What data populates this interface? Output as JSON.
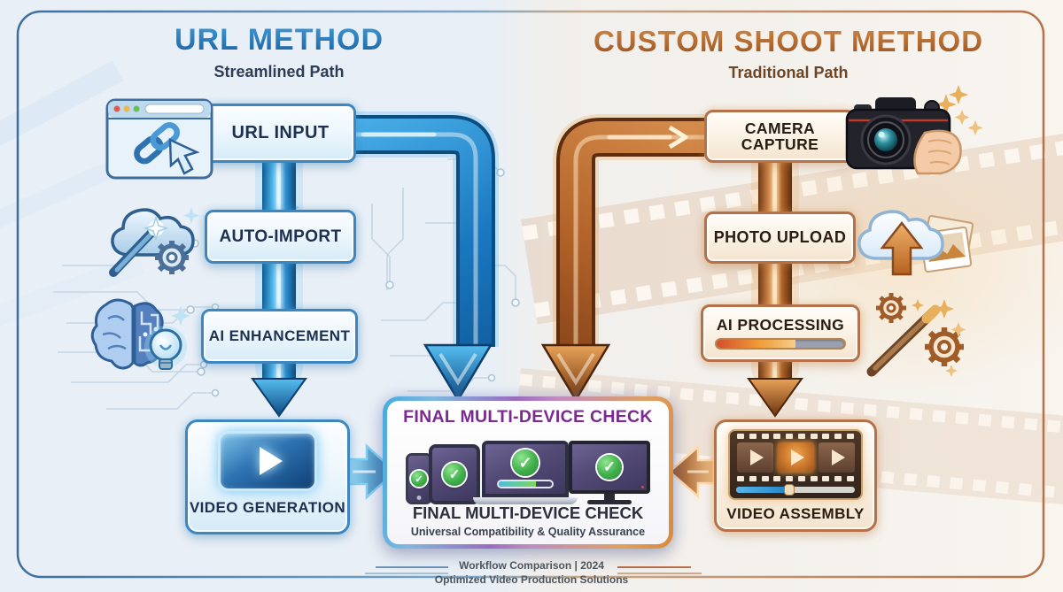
{
  "left_method": {
    "title": "URL METHOD",
    "subtitle": "Streamlined Path",
    "accent_color": "#2a7fc0",
    "steps": [
      {
        "label": "URL INPUT",
        "icon": "browser-link-icon"
      },
      {
        "label": "AUTO-IMPORT",
        "icon": "cloud-magic-gear-icon"
      },
      {
        "label": "AI ENHANCEMENT",
        "icon": "brain-lightbulb-icon"
      },
      {
        "label": "VIDEO GENERATION",
        "icon": "video-play-icon"
      }
    ]
  },
  "right_method": {
    "title": "CUSTOM SHOOT METHOD",
    "subtitle": "Traditional Path",
    "accent_color": "#b06a33",
    "steps": [
      {
        "label": "CAMERA CAPTURE",
        "icon": "dslr-camera-icon"
      },
      {
        "label": "PHOTO UPLOAD",
        "icon": "cloud-upload-photos-icon"
      },
      {
        "label": "AI PROCESSING",
        "icon": "gears-magic-wand-icon",
        "progress_percent": 62
      },
      {
        "label": "VIDEO ASSEMBLY",
        "icon": "filmstrip-player-icon"
      }
    ]
  },
  "center_check": {
    "title": "FINAL MULTI-DEVICE CHECK",
    "heading": "FINAL MULTI-DEVICE CHECK",
    "tagline": "Universal Compatibility & Quality Assurance",
    "title_color": "#7b2b8f",
    "check_color": "#3fae4a",
    "devices": [
      {
        "name": "phone",
        "status": "check"
      },
      {
        "name": "tablet",
        "status": "check"
      },
      {
        "name": "laptop",
        "status": "check",
        "progress_percent": 70
      },
      {
        "name": "tv",
        "status": "check"
      }
    ]
  },
  "footer": {
    "line1": "Workflow Comparison | 2024",
    "line2": "Optimized Video Production Solutions"
  }
}
